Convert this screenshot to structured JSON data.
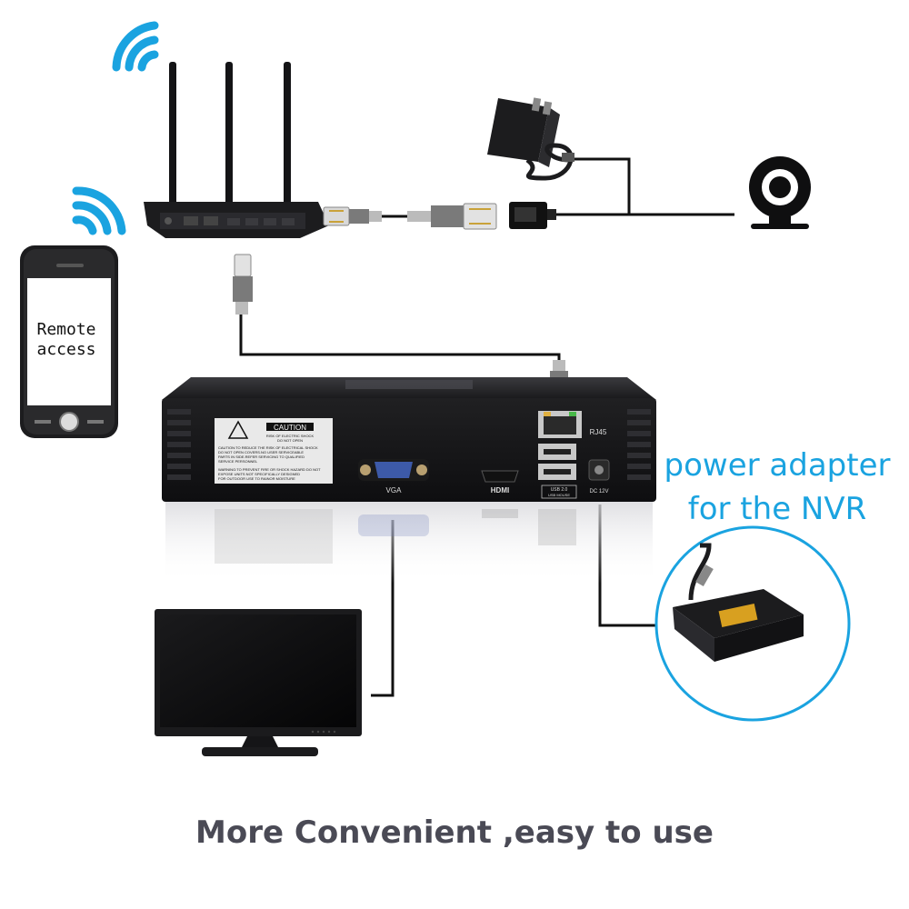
{
  "phone": {
    "line1": "Remote",
    "line2": "access"
  },
  "nvr": {
    "caution_title": "CAUTION",
    "caution_sub1": "RISK OF ELECTRIC SHOCK",
    "caution_sub2": "DO NOT OPEN",
    "warning_lines": [
      "CAUTION:TO REDUCE THE RISK OF ELECTRICAL SHOCK",
      "DO NOT OPEN COVERS.NO USER SERVICEABLE",
      "PARTS IN SIDE.REFER SERVICING TO QUALIFIED",
      "SERVICE PERSONNEL",
      "WARNING:TO PREVENT FIRE OR SHOCK HAZARD DO NOT",
      "EXPOSE UNITS NOT SPECIFICALLY DESIGNED",
      "FOR OUTDOOR USE TO RAINOR MOISTURE"
    ],
    "vga_label": "VGA",
    "hdmi_label": "HDMI",
    "rj45_label": "RJ45",
    "usb_label": "USB 2.0",
    "usb_sub": "USB MOUSE",
    "dc_label": "DC 12V"
  },
  "captions": {
    "power_line1": "power adapter",
    "power_line2": "for the NVR",
    "bottom": "More Convenient ,easy to use"
  },
  "colors": {
    "accent_blue": "#1aa3e0",
    "caption_gray": "#4a4a55",
    "device_black": "#1b1b1d"
  },
  "icons": [
    "wifi-icon",
    "router",
    "ethernet-plug",
    "power-adapter",
    "webcam-icon",
    "smartphone",
    "nvr-recorder",
    "monitor",
    "nvr-power-adapter"
  ]
}
